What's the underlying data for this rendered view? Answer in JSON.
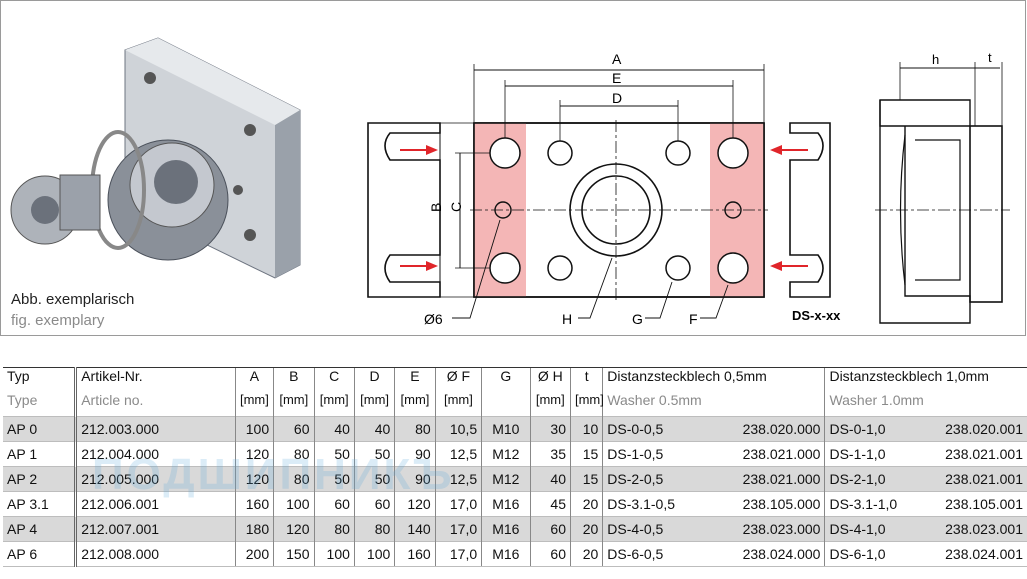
{
  "captions": {
    "de": "Abb. exemplarisch",
    "en": "fig. exemplary"
  },
  "drawing": {
    "labels": {
      "A": "A",
      "E": "E",
      "D": "D",
      "B": "B",
      "C": "C",
      "h": "h",
      "t": "t",
      "d6": "Ø6",
      "H": "H",
      "G": "G",
      "F": "F",
      "ds": "DS-x-xx"
    },
    "colors": {
      "washer_pink": "#f4b6b6",
      "arrow_red": "#e0252a"
    }
  },
  "table": {
    "header_de": [
      "Typ",
      "Artikel-Nr.",
      "A",
      "B",
      "C",
      "D",
      "E",
      "Ø F",
      "G",
      "Ø H",
      "t",
      "Distanzsteckblech 0,5mm",
      "Distanzsteckblech 1,0mm"
    ],
    "header_en": [
      "Type",
      "Article no.",
      "",
      "",
      "",
      "",
      "",
      "",
      "",
      "",
      "",
      "Washer 0.5mm",
      "Washer 1.0mm"
    ],
    "units": [
      "",
      "",
      "[mm]",
      "[mm]",
      "[mm]",
      "[mm]",
      "[mm]",
      "[mm]",
      "",
      "[mm]",
      "[mm]",
      "",
      ""
    ],
    "rows": [
      [
        "AP 0",
        "212.003.000",
        "100",
        "60",
        "40",
        "40",
        "80",
        "10,5",
        "M10",
        "30",
        "10",
        "DS-0-0,5",
        "238.020.000",
        "DS-0-1,0",
        "238.020.001"
      ],
      [
        "AP 1",
        "212.004.000",
        "120",
        "80",
        "50",
        "50",
        "90",
        "12,5",
        "M12",
        "35",
        "15",
        "DS-1-0,5",
        "238.021.000",
        "DS-1-1,0",
        "238.021.001"
      ],
      [
        "AP 2",
        "212.005.000",
        "120",
        "80",
        "50",
        "50",
        "90",
        "12,5",
        "M12",
        "40",
        "15",
        "DS-2-0,5",
        "238.021.000",
        "DS-2-1,0",
        "238.021.001"
      ],
      [
        "AP 3.1",
        "212.006.001",
        "160",
        "100",
        "60",
        "60",
        "120",
        "17,0",
        "M16",
        "45",
        "20",
        "DS-3.1-0,5",
        "238.105.000",
        "DS-3.1-1,0",
        "238.105.001"
      ],
      [
        "AP 4",
        "212.007.001",
        "180",
        "120",
        "80",
        "80",
        "140",
        "17,0",
        "M16",
        "60",
        "20",
        "DS-4-0,5",
        "238.023.000",
        "DS-4-1,0",
        "238.023.001"
      ],
      [
        "AP 6",
        "212.008.000",
        "200",
        "150",
        "100",
        "100",
        "160",
        "17,0",
        "M16",
        "60",
        "20",
        "DS-6-0,5",
        "238.024.000",
        "DS-6-1,0",
        "238.024.001"
      ]
    ]
  },
  "watermark": "ПОДШИПНИКЪ"
}
